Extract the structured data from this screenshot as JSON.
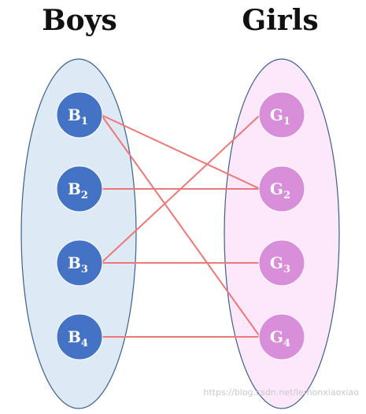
{
  "colors": {
    "boys_region_fill": "#dde9f5",
    "boys_region_stroke": "#3a5f8f",
    "girls_region_fill": "#fde8fb",
    "girls_region_stroke": "#3a5f8f",
    "boy_node": "#4472c4",
    "girl_node": "#d98ed9",
    "edge": "#ee7777"
  },
  "groups": {
    "boys": {
      "title": "Boys",
      "nodes": [
        {
          "id": "B1",
          "letter": "B",
          "sub": "1"
        },
        {
          "id": "B2",
          "letter": "B",
          "sub": "2"
        },
        {
          "id": "B3",
          "letter": "B",
          "sub": "3"
        },
        {
          "id": "B4",
          "letter": "B",
          "sub": "4"
        }
      ]
    },
    "girls": {
      "title": "Girls",
      "nodes": [
        {
          "id": "G1",
          "letter": "G",
          "sub": "1"
        },
        {
          "id": "G2",
          "letter": "G",
          "sub": "2"
        },
        {
          "id": "G3",
          "letter": "G",
          "sub": "3"
        },
        {
          "id": "G4",
          "letter": "G",
          "sub": "4"
        }
      ]
    }
  },
  "edges": [
    {
      "from": "B1",
      "to": "G2"
    },
    {
      "from": "B1",
      "to": "G4"
    },
    {
      "from": "B2",
      "to": "G2"
    },
    {
      "from": "B3",
      "to": "G1"
    },
    {
      "from": "B3",
      "to": "G3"
    },
    {
      "from": "B4",
      "to": "G4"
    }
  ],
  "watermark": "https://blog.csdn.net/lemonxiaoxiao"
}
